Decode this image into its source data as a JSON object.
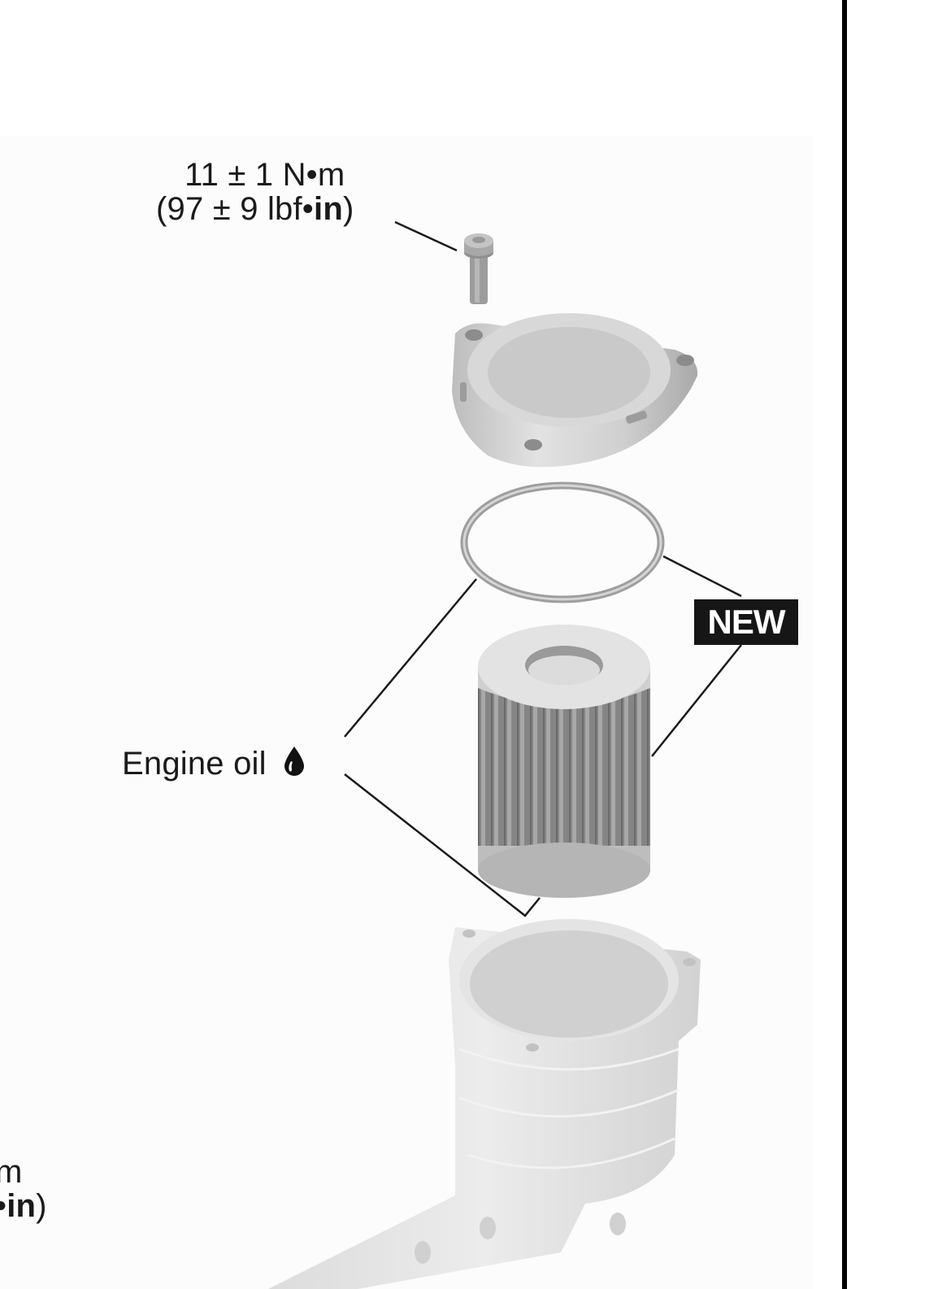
{
  "figure": {
    "type": "exploded-parts-diagram",
    "subject": "oil filter assembly",
    "torque_spec_cover_bolt": {
      "metric": "11 ± 1 N•m",
      "imperial_prefix": "(97 ± 9 lbf•",
      "imperial_bold": "in",
      "imperial_suffix": ")"
    },
    "torque_spec_partial": {
      "line1": "m",
      "line2_prefix": "•",
      "line2_bold": "in",
      "line2_suffix": ")"
    },
    "engine_oil_label": "Engine oil",
    "engine_oil_icon": "oil-drop-icon",
    "new_badge": "NEW",
    "parts": [
      {
        "name": "cover-bolt"
      },
      {
        "name": "oil-filter-cover"
      },
      {
        "name": "o-ring"
      },
      {
        "name": "oil-filter-element"
      },
      {
        "name": "oil-filter-housing"
      }
    ],
    "colors": {
      "text": "#1a1a1a",
      "badge_bg": "#161616",
      "badge_text": "#ffffff",
      "panel_bg": "#fcfcfc",
      "rule": "#000000"
    }
  }
}
